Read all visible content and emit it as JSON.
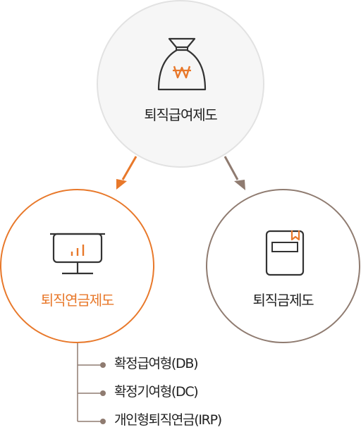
{
  "nodes": {
    "top": {
      "label": "퇴직급여제도",
      "icon": "money-bag-won-icon"
    },
    "left": {
      "label": "퇴직연금제도",
      "icon": "presentation-board-icon"
    },
    "right": {
      "label": "퇴직금제도",
      "icon": "notebook-bookmark-icon"
    }
  },
  "sub_items": [
    "확정급여형(DB)",
    "확정기여형(DC)",
    "개인형퇴직연금(IRP)"
  ],
  "colors": {
    "accent": "#e8782a",
    "brown": "#8f7b70",
    "gray_fill": "#f6f6f6",
    "gray_border": "#e2e2e2"
  }
}
